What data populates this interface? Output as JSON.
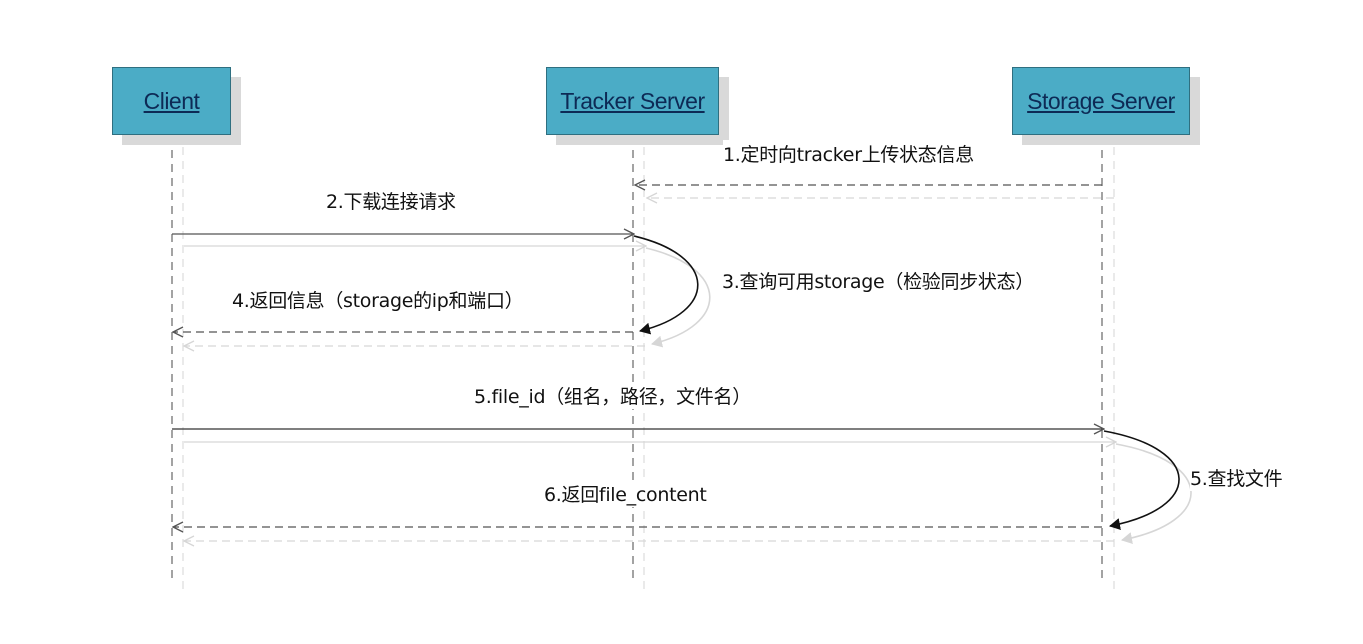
{
  "actors": {
    "client": "Client",
    "tracker": "Tracker Server",
    "storage": "Storage Server"
  },
  "messages": {
    "m1": "1.定时向tracker上传状态信息",
    "m2": "2.下载连接请求",
    "m3": "3.查询可用storage（检验同步状态）",
    "m4": "4.返回信息（storage的ip和端口）",
    "m5a": "5.file_id（组名，路径，文件名）",
    "m5b": "5.查找文件",
    "m6": "6.返回file_content"
  },
  "colors": {
    "actor_fill": "#4bacc6",
    "actor_text": "#0d2a55",
    "line": "#555555",
    "shadow": "#d9d9d9"
  }
}
